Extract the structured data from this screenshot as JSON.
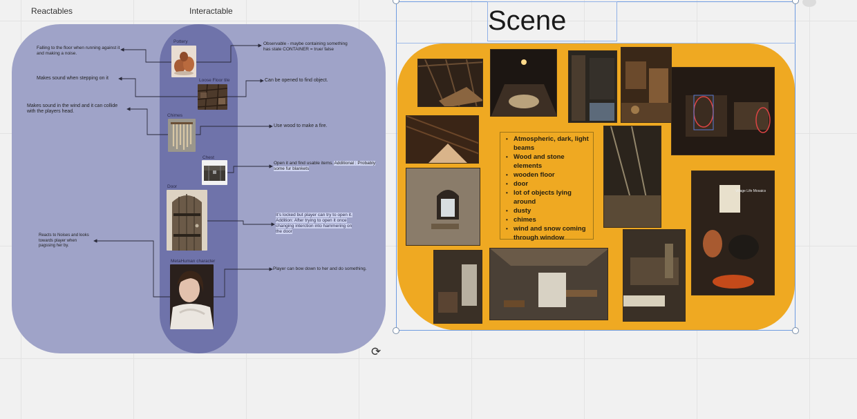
{
  "left_board": {
    "reactables_header": "Reactables",
    "interactable_header": "Interactable",
    "items": [
      {
        "name": "Pottery",
        "reactable": "Falling to the floor when running against it and making a noise.",
        "interactable": "Observable - maybe containing something has state CONTAINER = true/ false"
      },
      {
        "name": "Loose Floor tile",
        "reactable": "Makes sound when stepping on it",
        "interactable": "Can be opened to find object."
      },
      {
        "name": "Chimes",
        "reactable": "Makes sound in the wind and it can collide with the players head.",
        "interactable": "Use wood to make a fire."
      },
      {
        "name": "Chest",
        "interactable": "Open it and find usable items.",
        "interactable_highlight": "Additional : Probably some fur blankets"
      },
      {
        "name": "Door",
        "interactable_highlight": "It's locked but player can try to open it. Addition: After trying to open it once changing interction into hammering on the door"
      },
      {
        "name": "MetaHuman character",
        "reactable": "Reacts to Noises and looks towards player when pagssing her by.",
        "interactable": "Player can bow down to her and do something."
      }
    ]
  },
  "scene_board": {
    "title": "Scene",
    "bullets": [
      "Atmospheric, dark, light beams",
      "Wood and stone elements",
      "wooden floor",
      "door",
      "lot of objects lying around",
      "dusty",
      "chimes",
      "wind and snow coming through window"
    ],
    "photo_caption": "Village Life Mosaics"
  },
  "colors": {
    "outer_blob": "#9fa3c8",
    "inner_blob": "#6f73aa",
    "moodboard_bg": "#efa922",
    "selection": "#6d9be0"
  }
}
